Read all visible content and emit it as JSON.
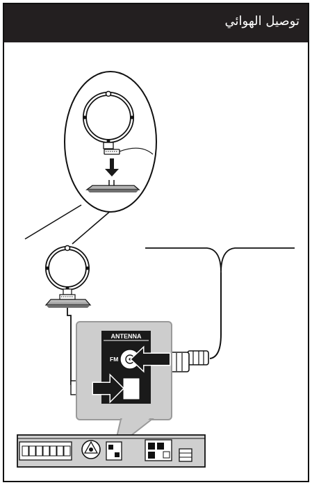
{
  "header": {
    "title": "توصيل الهوائي"
  },
  "panel": {
    "label": "ANTENNA",
    "fm_label": "FM"
  },
  "colors": {
    "header_bg": "#231f20",
    "panel_gray": "#cdcdcd",
    "panel_black": "#1a1a1a",
    "stand_gray": "#b4b4b4",
    "line": "#111111"
  },
  "icons": [
    "loop-antenna-icon",
    "arrow-down-icon",
    "arrow-right-icon",
    "arrow-left-icon",
    "coaxial-connector-icon",
    "receiver-unit-icon",
    "speaker-terminal-icon"
  ]
}
